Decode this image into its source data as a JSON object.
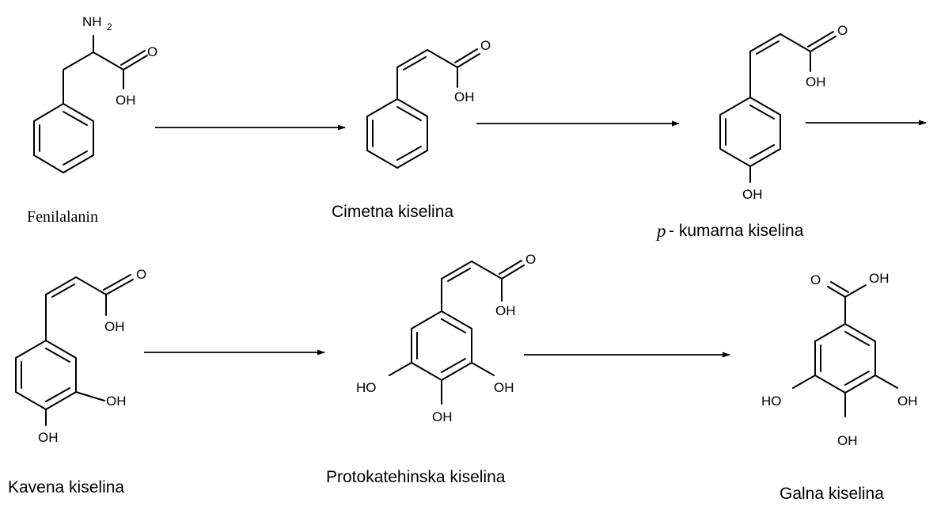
{
  "diagram": {
    "compounds": {
      "fenilalanin": {
        "name": "Fenilalanin"
      },
      "cimetna": {
        "name": "Cimetna kiselina"
      },
      "kumarna": {
        "prefix": "p",
        "name": " - kumarna kiselina"
      },
      "kavena": {
        "name": "Kavena kiselina"
      },
      "protokatehinska": {
        "name": "Protokatehinska kiselina"
      },
      "galna": {
        "name": "Galna kiselina"
      }
    },
    "atoms": {
      "nh": "NH",
      "nh_sub": "2",
      "o": "O",
      "oh": "OH",
      "ho": "HO"
    }
  }
}
